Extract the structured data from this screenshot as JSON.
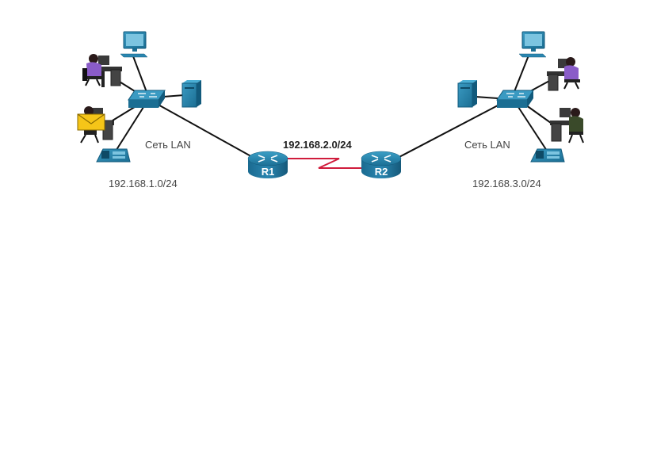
{
  "left_lan": {
    "label": "Сеть LAN",
    "network": "192.168.1.0/24"
  },
  "right_lan": {
    "label": "Сеть LAN",
    "network": "192.168.3.0/24"
  },
  "wan_link": {
    "network": "192.168.2.0/24"
  },
  "routers": {
    "r1": "R1",
    "r2": "R2"
  },
  "colors": {
    "device": "#1f7fa8",
    "device_dark": "#125a7c",
    "wan_link": "#d01c3c",
    "link": "#111111"
  },
  "icons": [
    "pc-icon",
    "workstation-user-icon",
    "email-user-icon",
    "ip-phone-icon",
    "server-icon",
    "switch-icon",
    "router-icon"
  ]
}
